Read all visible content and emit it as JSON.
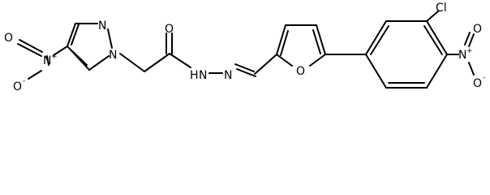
{
  "molecule": {
    "atom_labels": {
      "nitro_left_o_minus": "O",
      "nitro_left_n_plus": "N",
      "nitro_left_o": "O",
      "pyrazole_n2": "N",
      "pyrazole_n1": "N",
      "carbonyl_o": "O",
      "hydrazide_nh": "N",
      "hydrazide_nh_h": "H",
      "hydrazone_n": "N",
      "furan_o": "O",
      "chloro": "Cl",
      "nitro_right_n_plus": "N",
      "nitro_right_o": "O",
      "nitro_right_o_minus": "O"
    },
    "charges": {
      "minus": "-",
      "plus": "+"
    }
  }
}
